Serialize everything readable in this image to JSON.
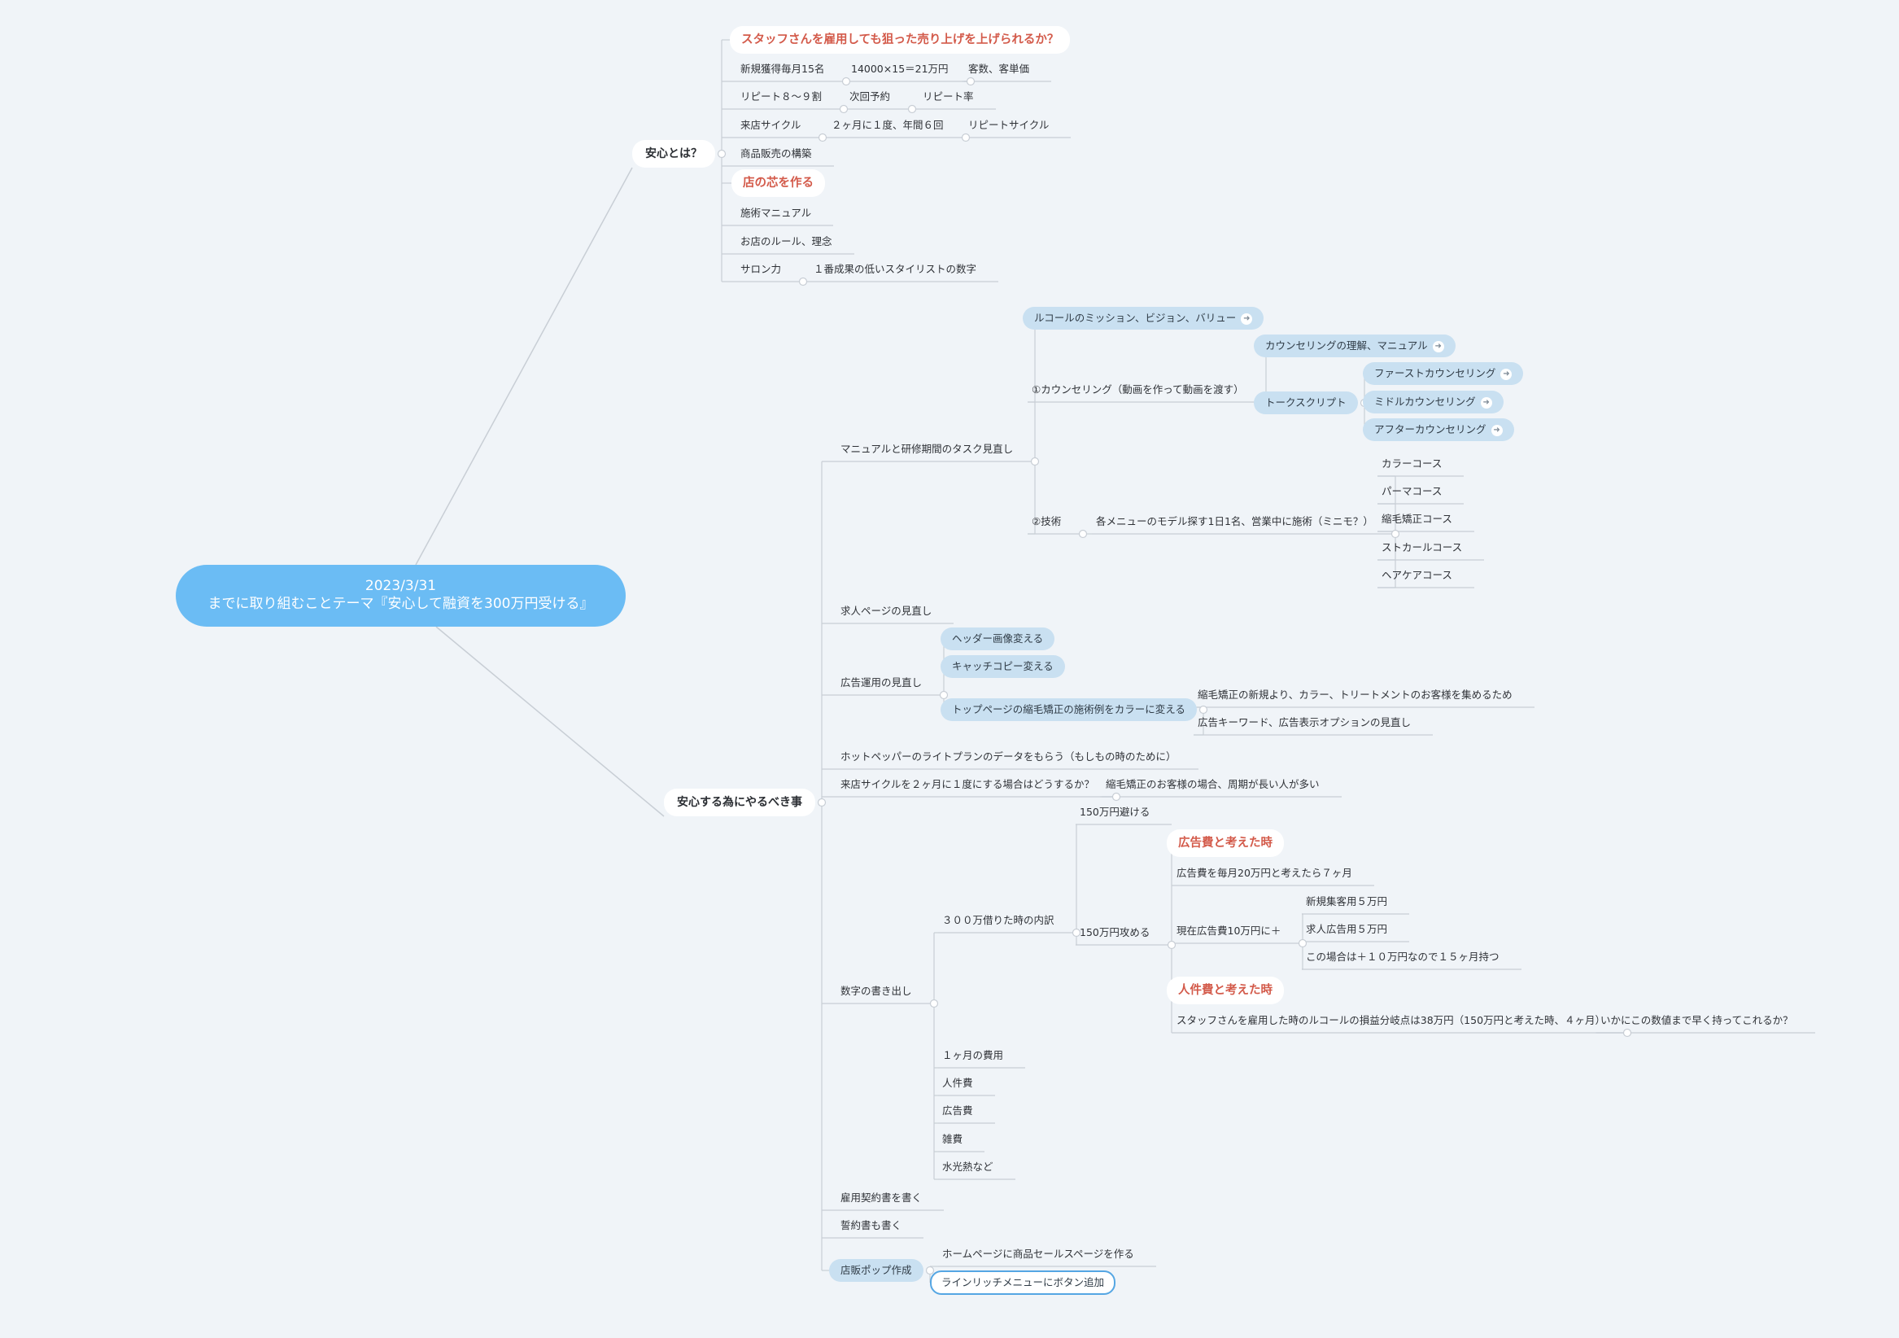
{
  "central": "2023/3/31\nまでに取り組むことテーマ『安心して融資を300万円受ける』",
  "branch_a": {
    "title": "安心とは？",
    "staff_question": "スタッフさんを雇用しても狙った売り上げを上げられるか？",
    "new_customers": "新規獲得毎月15名",
    "new_calc": "14000×15＝21万円",
    "customer_price": "客数、客単価",
    "repeat": "リピート８〜９割",
    "next_booking": "次回予約",
    "repeat_rate": "リピート率",
    "visit_cycle": "来店サイクル",
    "cycle_detail": "２ヶ月に１度、年間６回",
    "repeat_cycle": "リピートサイクル",
    "product_sales": "商品販売の構築",
    "core": "店の芯を作る",
    "manual": "施術マニュアル",
    "rules": "お店のルール、理念",
    "salon_power": "サロン力",
    "lowest_stylist": "１番成果の低いスタイリストの数字"
  },
  "branch_b": {
    "title": "安心する為にやるべき事",
    "manual_review": "マニュアルと研修期間のタスク見直し",
    "mission": "ルコールのミッション、ビジョン、バリュー",
    "counseling": "①カウンセリング（動画を作って動画を渡す）",
    "counseling_understanding": "カウンセリングの理解、マニュアル",
    "talk_script": "トークスクリプト",
    "first_counseling": "ファーストカウンセリング",
    "middle_counseling": "ミドルカウンセリング",
    "after_counseling": "アフターカウンセリング",
    "technique": "②技術",
    "model_search": "各メニューのモデル探す1日1名、営業中に施術（ミニモ？）",
    "color_course": "カラーコース",
    "perm_course": "パーマコース",
    "straightening_course": "縮毛矯正コース",
    "scalp_course": "ストカールコース",
    "haircare_course": "ヘアケアコース",
    "recruit_page": "求人ページの見直し",
    "ad_review": "広告運用の見直し",
    "header_image": "ヘッダー画像変える",
    "catch_copy": "キャッチコピー変える",
    "top_page": "トップページの縮毛矯正の施術例をカラーに変える",
    "gather_customers": "縮毛矯正の新規より、カラー、トリートメントのお客様を集めるため",
    "ad_keywords": "広告キーワード、広告表示オプションの見直し",
    "hotpepper": "ホットペッパーのライトプランのデータをもらう（もしもの時のために）",
    "cycle_question": "来店サイクルを２ヶ月に１度にする場合はどうするか？",
    "long_cycle": "縮毛矯正のお客様の場合、周期が長い人が多い",
    "numbers": "数字の書き出し",
    "breakdown": "３００万借りた時の内訳",
    "avoid": "150万円避ける",
    "attack": "150万円攻める",
    "as_ad_cost": "広告費と考えた時",
    "ad_monthly": "広告費を毎月20万円と考えたら７ヶ月",
    "current_ad": "現在広告費10万円に＋",
    "new_ad": "新規集客用５万円",
    "recruit_ad": "求人広告用５万円",
    "fifteen_months": "この場合は＋１０万円なので１５ヶ月持つ",
    "as_labor_cost": "人件費と考えた時",
    "break_even": "スタッフさんを雇用した時のルコールの損益分岐点は38万円（150万円と考えた時、４ヶ月）",
    "how_fast": "いかにこの数値まで早く持ってこれるか？",
    "monthly_cost": "１ヶ月の費用",
    "labor": "人件費",
    "advertising": "広告費",
    "misc": "雑費",
    "utilities": "水光熱など",
    "employment_contract": "雇用契約書を書く",
    "pledge": "誓約書も書く",
    "pop": "店販ポップ作成",
    "homepage_sales": "ホームページに商品セールスページを作る",
    "line_menu": "ラインリッチメニューにボタン追加"
  },
  "colors": {
    "background": "#f0f4f8",
    "central": "#6bbcf4",
    "pill": "#c9e0f1",
    "accent_red": "#d35a4a",
    "line": "#c8ced5"
  }
}
